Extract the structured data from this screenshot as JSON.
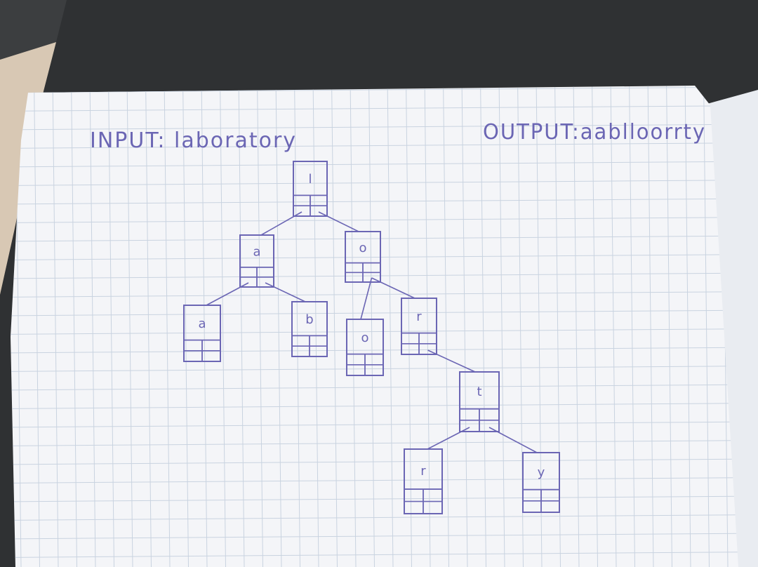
{
  "header": {
    "input_text": "INPUT: laboratory",
    "output_text": "OUTPUT:aablloorrty"
  },
  "tree": {
    "nodes": [
      {
        "id": "l",
        "label": "l"
      },
      {
        "id": "a1",
        "label": "a"
      },
      {
        "id": "o1",
        "label": "o"
      },
      {
        "id": "a2",
        "label": "a"
      },
      {
        "id": "b",
        "label": "b"
      },
      {
        "id": "o2",
        "label": "o"
      },
      {
        "id": "r1",
        "label": "r"
      },
      {
        "id": "t",
        "label": "t"
      },
      {
        "id": "r2",
        "label": "r"
      },
      {
        "id": "y",
        "label": "y"
      }
    ],
    "edges": [
      [
        "l",
        "a1"
      ],
      [
        "l",
        "o1"
      ],
      [
        "a1",
        "a2"
      ],
      [
        "a1",
        "b"
      ],
      [
        "o1",
        "o2"
      ],
      [
        "o1",
        "r1"
      ],
      [
        "r1",
        "t"
      ],
      [
        "t",
        "r2"
      ],
      [
        "t",
        "y"
      ]
    ]
  },
  "colors": {
    "ink": "#6b66b4",
    "paper": "#f4f5f8",
    "grid": "#c9d3e0",
    "desk": "#2f3133"
  }
}
